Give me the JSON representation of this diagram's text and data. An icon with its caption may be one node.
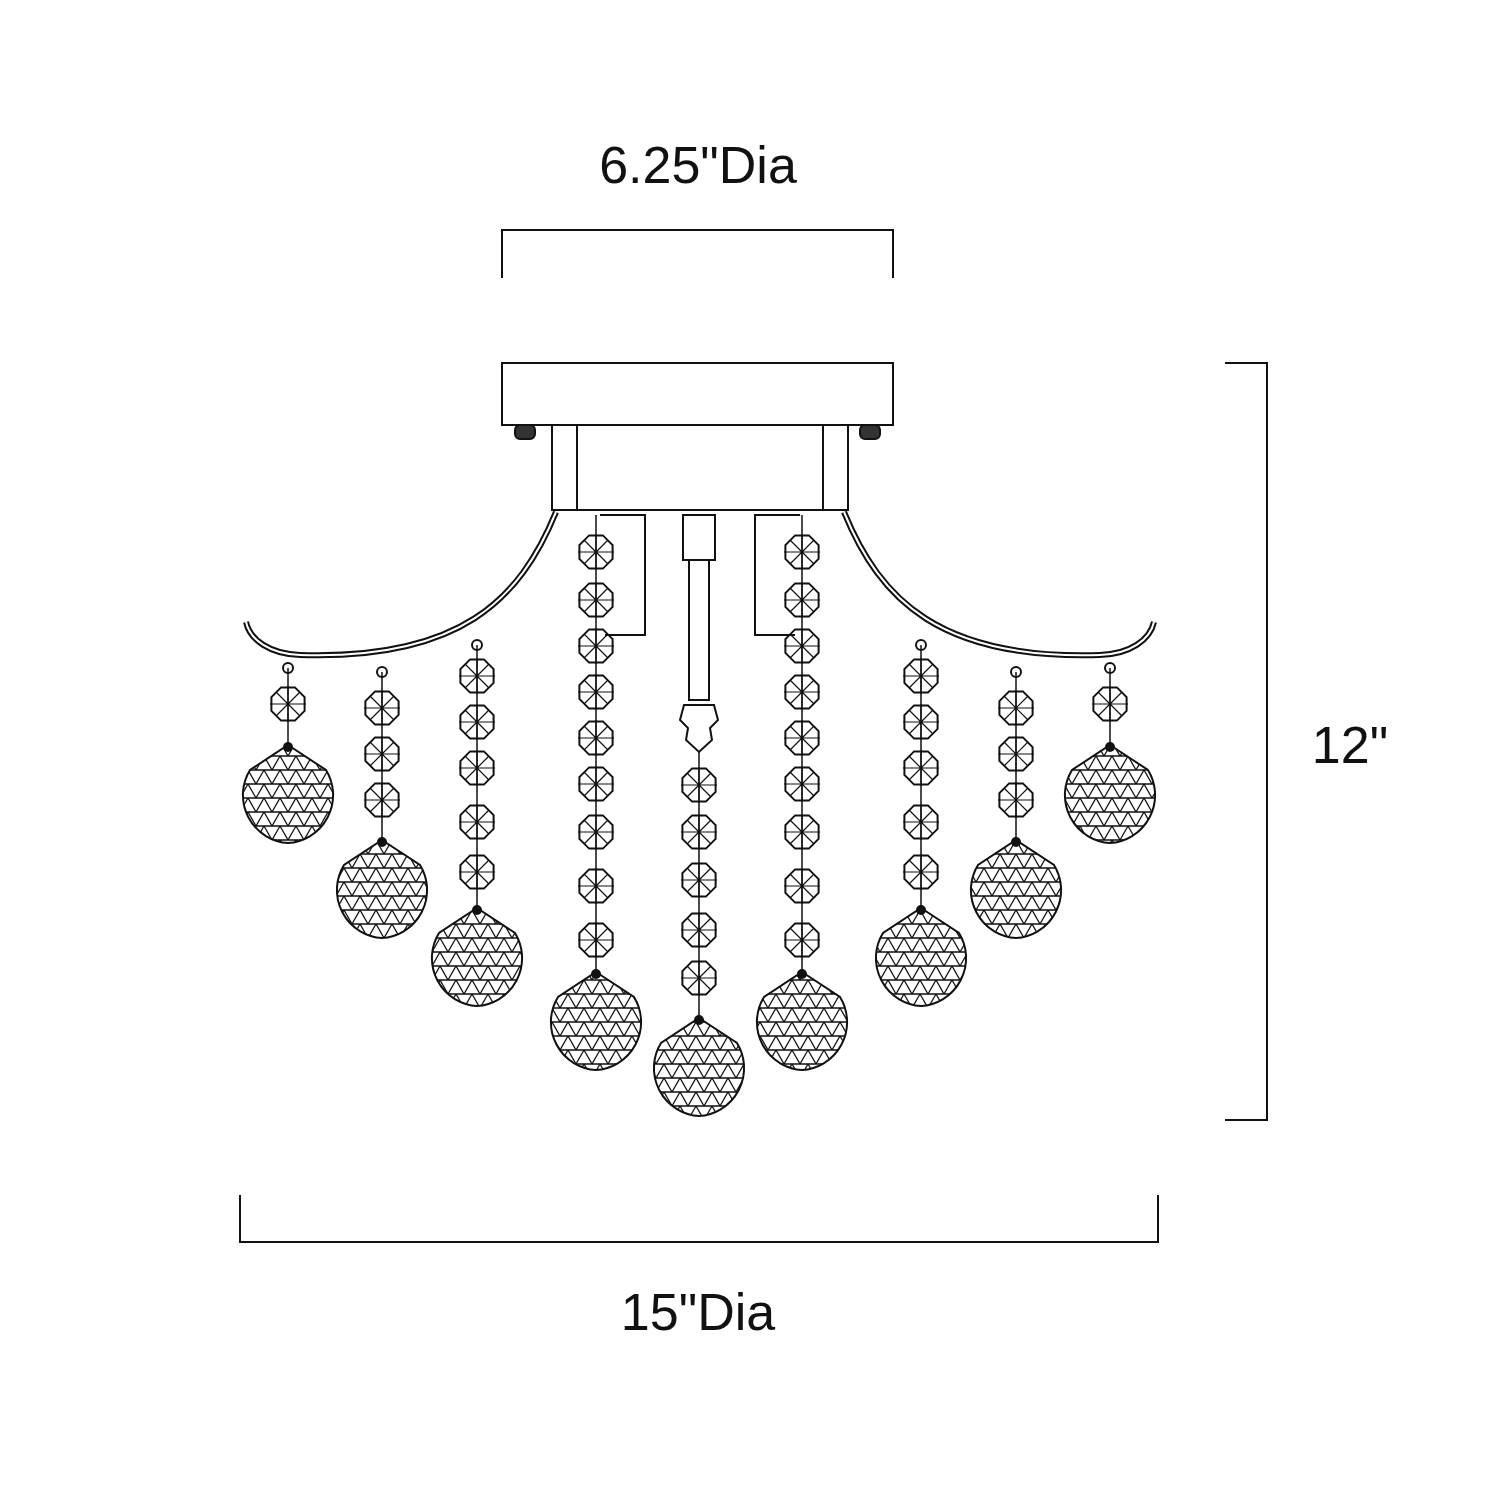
{
  "diagram": {
    "labels": [
      "6.25\"Dia",
      "12\"",
      "15\"Dia"
    ]
  }
}
